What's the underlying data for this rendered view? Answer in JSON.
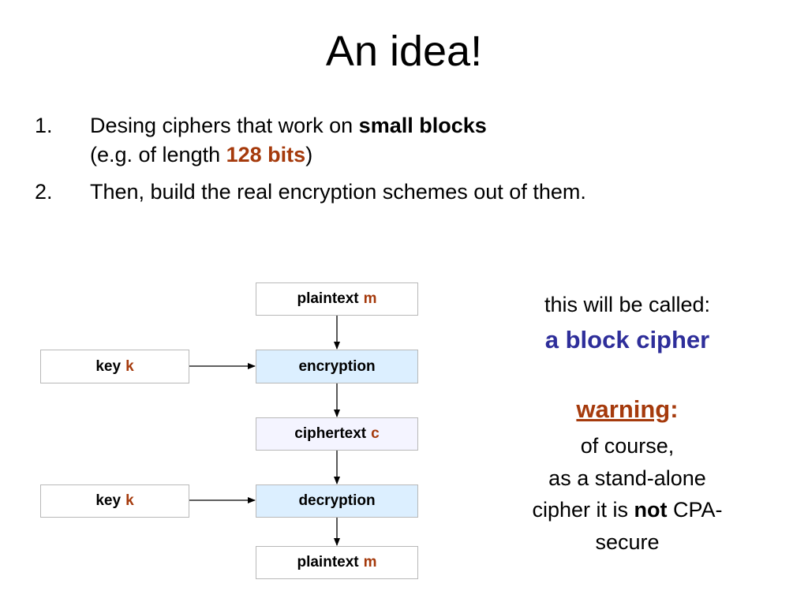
{
  "title": "An idea!",
  "list": [
    {
      "num": "1.",
      "line1_pre": "Desing ciphers that work on ",
      "line1_bold": "small blocks",
      "line2_pre": "(e.g. of length ",
      "line2_highlight": "128 bits",
      "line2_post": ")"
    },
    {
      "num": "2.",
      "text": "Then, build the real encryption schemes out of them."
    }
  ],
  "diagram": {
    "plaintext_top": {
      "label": "plaintext",
      "var": "m"
    },
    "key1": {
      "label": "key",
      "var": "k"
    },
    "encryption": "encryption",
    "ciphertext": {
      "label": "ciphertext",
      "var": "c"
    },
    "key2": {
      "label": "key",
      "var": "k"
    },
    "decryption": "decryption",
    "plaintext_bottom": {
      "label": "plaintext",
      "var": "m"
    }
  },
  "side": {
    "called": "this will be called:",
    "block_cipher": "a block cipher",
    "warning": "warning",
    "colon": ":",
    "line1": "of course,",
    "line2": "as a stand-alone",
    "line3_pre": "cipher it is ",
    "line3_bold": "not",
    "line3_post": " CPA-",
    "line4": "secure"
  },
  "colors": {
    "highlight": "#a53a0c",
    "block_cipher": "#2e2e9a",
    "process_box": "#dcefff"
  }
}
